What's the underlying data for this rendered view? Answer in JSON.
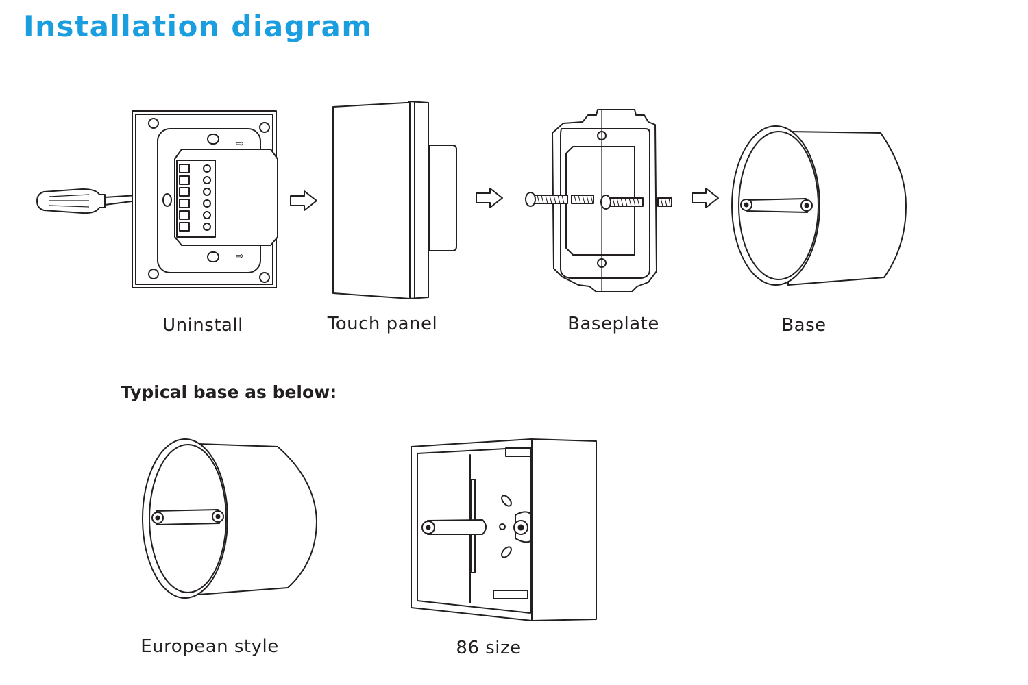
{
  "title": "Installation diagram",
  "steps": [
    {
      "label": "Uninstall"
    },
    {
      "label": "Touch panel"
    },
    {
      "label": "Baseplate"
    },
    {
      "label": "Base"
    }
  ],
  "subtitle": "Typical base as below:",
  "bases": [
    {
      "label": "European style"
    },
    {
      "label": "86 size"
    }
  ],
  "colors": {
    "title": "#1a9ee0",
    "line": "#231f20"
  }
}
